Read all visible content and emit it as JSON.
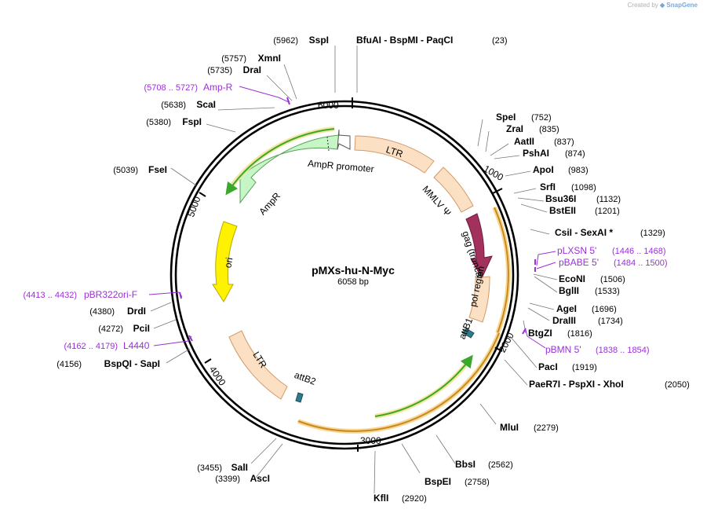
{
  "credit": {
    "prefix": "Created by",
    "brand": "SnapGene"
  },
  "plasmid": {
    "name": "pMXs-hu-N-Myc",
    "length_label": "6058 bp",
    "length": 6058
  },
  "ticks": [
    {
      "bp": 1000,
      "label": "1000"
    },
    {
      "bp": 2000,
      "label": "2000"
    },
    {
      "bp": 3000,
      "label": "3000"
    },
    {
      "bp": 4000,
      "label": "4000"
    },
    {
      "bp": 5000,
      "label": "5000"
    },
    {
      "bp": 6000,
      "label": "6000"
    }
  ],
  "sites": [
    {
      "name": "SspI",
      "pos": "(5962)",
      "bp": 5962
    },
    {
      "name": "BfuAI  -  BspMI  -  PaqCI",
      "pos": "(23)",
      "bp": 23
    },
    {
      "name": "XmnI",
      "pos": "(5757)",
      "bp": 5757
    },
    {
      "name": "DraI",
      "pos": "(5735)",
      "bp": 5735
    },
    {
      "name": "ScaI",
      "pos": "(5638)",
      "bp": 5638
    },
    {
      "name": "FspI",
      "pos": "(5380)",
      "bp": 5380
    },
    {
      "name": "FseI",
      "pos": "(5039)",
      "bp": 5039
    },
    {
      "name": "SpeI",
      "pos": "(752)",
      "bp": 752
    },
    {
      "name": "ZraI",
      "pos": "(835)",
      "bp": 835
    },
    {
      "name": "AatII",
      "pos": "(837)",
      "bp": 837
    },
    {
      "name": "PshAI",
      "pos": "(874)",
      "bp": 874
    },
    {
      "name": "ApoI",
      "pos": "(983)",
      "bp": 983
    },
    {
      "name": "SrfI",
      "pos": "(1098)",
      "bp": 1098
    },
    {
      "name": "Bsu36I",
      "pos": "(1132)",
      "bp": 1132
    },
    {
      "name": "BstEII",
      "pos": "(1201)",
      "bp": 1201
    },
    {
      "name": "CsiI  -  SexAI *",
      "pos": "(1329)",
      "bp": 1329
    },
    {
      "name": "EcoNI",
      "pos": "(1506)",
      "bp": 1506
    },
    {
      "name": "BglII",
      "pos": "(1533)",
      "bp": 1533
    },
    {
      "name": "AgeI",
      "pos": "(1696)",
      "bp": 1696
    },
    {
      "name": "DraIII",
      "pos": "(1734)",
      "bp": 1734
    },
    {
      "name": "BtgZI",
      "pos": "(1816)",
      "bp": 1816
    },
    {
      "name": "PacI",
      "pos": "(1919)",
      "bp": 1919
    },
    {
      "name": "PaeR7I  -  PspXI  -  XhoI",
      "pos": "(2050)",
      "bp": 2050
    },
    {
      "name": "MluI",
      "pos": "(2279)",
      "bp": 2279
    },
    {
      "name": "BbsI",
      "pos": "(2562)",
      "bp": 2562
    },
    {
      "name": "BspEI",
      "pos": "(2758)",
      "bp": 2758
    },
    {
      "name": "KflI",
      "pos": "(2920)",
      "bp": 2920
    },
    {
      "name": "AscI",
      "pos": "(3399)",
      "bp": 3399
    },
    {
      "name": "SalI",
      "pos": "(3455)",
      "bp": 3455
    },
    {
      "name": "BspQI  -  SapI",
      "pos": "(4156)",
      "bp": 4156
    },
    {
      "name": "PciI",
      "pos": "(4272)",
      "bp": 4272
    },
    {
      "name": "DrdI",
      "pos": "(4380)",
      "bp": 4380
    }
  ],
  "primers": [
    {
      "name": "Amp-R",
      "range": "(5708 .. 5727)"
    },
    {
      "name": "pLXSN 5'",
      "range": "(1446 .. 1468)"
    },
    {
      "name": "pBABE 5'",
      "range": "(1484 .. 1500)"
    },
    {
      "name": "pBMN 5'",
      "range": "(1838 .. 1854)"
    },
    {
      "name": "pBR322ori-F",
      "range": "(4413 .. 4432)"
    },
    {
      "name": "L4440",
      "range": "(4162 .. 4179)"
    }
  ],
  "features": [
    {
      "name": "LTR",
      "color": "#fbe0c4"
    },
    {
      "name": "MMLV Ψ",
      "color": "#fbe0c4"
    },
    {
      "name": "gag (truncated)",
      "color": "#a3315e"
    },
    {
      "name": "pol region",
      "color": "#fbe0c4"
    },
    {
      "name": "attB1",
      "color": "#2e7b8c"
    },
    {
      "name": "attB2",
      "color": "#2e7b8c"
    },
    {
      "name": "LTR",
      "color": "#fbe0c4"
    },
    {
      "name": "ori",
      "color": "#fff200"
    },
    {
      "name": "AmpR",
      "color": "#c6f5c6"
    },
    {
      "name": "AmpR promoter",
      "color": "#ffffff"
    }
  ]
}
